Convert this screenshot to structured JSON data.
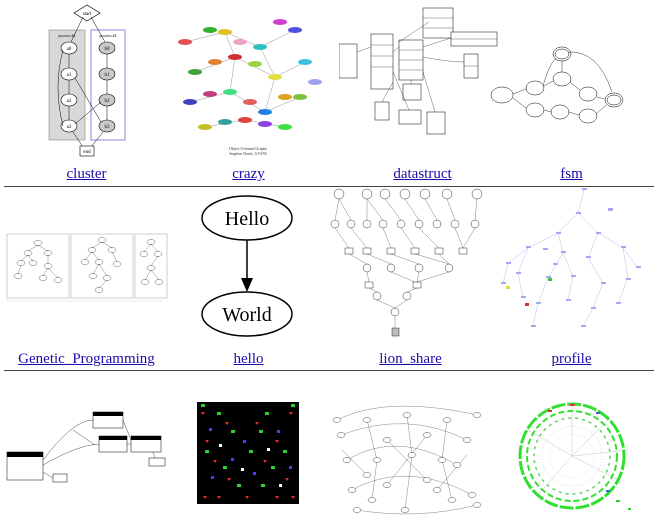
{
  "gallery": {
    "rows": [
      {
        "items": [
          {
            "name": "cluster",
            "thumb": "cluster",
            "thumb_text": {
              "start": "start",
              "end": "end",
              "process1": "process #1",
              "process2": "process #2",
              "a0": "a0",
              "a1": "a1",
              "a2": "a2",
              "a3": "a3",
              "b0": "b0",
              "b1": "b1",
              "b2": "b2",
              "b3": "b3"
            }
          },
          {
            "name": "crazy",
            "thumb": "crazy",
            "thumb_text": {
              "credit1": "Object Oriented Graphs",
              "credit2": "Stephen North, 3/19/93"
            }
          },
          {
            "name": "datastruct",
            "thumb": "datastruct"
          },
          {
            "name": "fsm",
            "thumb": "fsm"
          }
        ]
      },
      {
        "items": [
          {
            "name": "Genetic_Programming",
            "thumb": "genetic"
          },
          {
            "name": "hello",
            "thumb": "hello",
            "thumb_text": {
              "node1": "Hello",
              "node2": "World"
            }
          },
          {
            "name": "lion_share",
            "thumb": "lion"
          },
          {
            "name": "profile",
            "thumb": "profile"
          }
        ]
      },
      {
        "items": [
          {
            "name": "",
            "thumb": "row3a"
          },
          {
            "name": "",
            "thumb": "row3b"
          },
          {
            "name": "",
            "thumb": "row3c"
          },
          {
            "name": "",
            "thumb": "row3d"
          }
        ]
      }
    ]
  }
}
